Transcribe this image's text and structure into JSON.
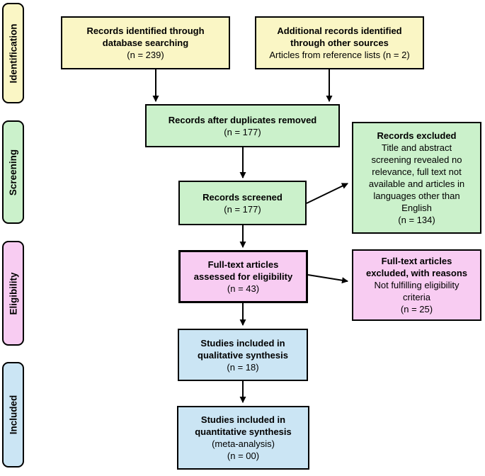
{
  "stages": {
    "identification": {
      "label": "Identification",
      "color": "#FAF6C5"
    },
    "screening": {
      "label": "Screening",
      "color": "#CBF1CB"
    },
    "eligibility": {
      "label": "Eligibility",
      "color": "#F8CCF2"
    },
    "included": {
      "label": "Included",
      "color": "#CBE5F4"
    }
  },
  "boxes": {
    "db_search": {
      "line1": "Records identified through",
      "line2": "database searching",
      "count": "(n = 239)"
    },
    "other_sources": {
      "line1": "Additional records identified",
      "line2": "through other sources",
      "note": "Articles from reference lists (n = 2)"
    },
    "after_duplicates": {
      "line1": "Records after duplicates removed",
      "count": "(n = 177)"
    },
    "screened": {
      "line1": "Records screened",
      "count": "(n = 177)"
    },
    "records_excluded": {
      "line1": "Records excluded",
      "note": "Title and abstract screening revealed no relevance, full text not available and articles in languages other than English",
      "count": "(n = 134)"
    },
    "fulltext_assessed": {
      "line1": "Full-text articles",
      "line2": "assessed for eligibility",
      "count": "(n = 43)"
    },
    "fulltext_excluded": {
      "line1": "Full-text articles",
      "line2": "excluded, with reasons",
      "note": "Not fulfilling eligibility criteria",
      "count": "(n = 25)"
    },
    "qualitative": {
      "line1": "Studies included in",
      "line2": "qualitative synthesis",
      "count": "(n = 18)"
    },
    "quantitative": {
      "line1": "Studies included in",
      "line2": "quantitative synthesis",
      "note": "(meta-analysis)",
      "count": "(n = 00)"
    }
  },
  "arrow_color": "#000000"
}
